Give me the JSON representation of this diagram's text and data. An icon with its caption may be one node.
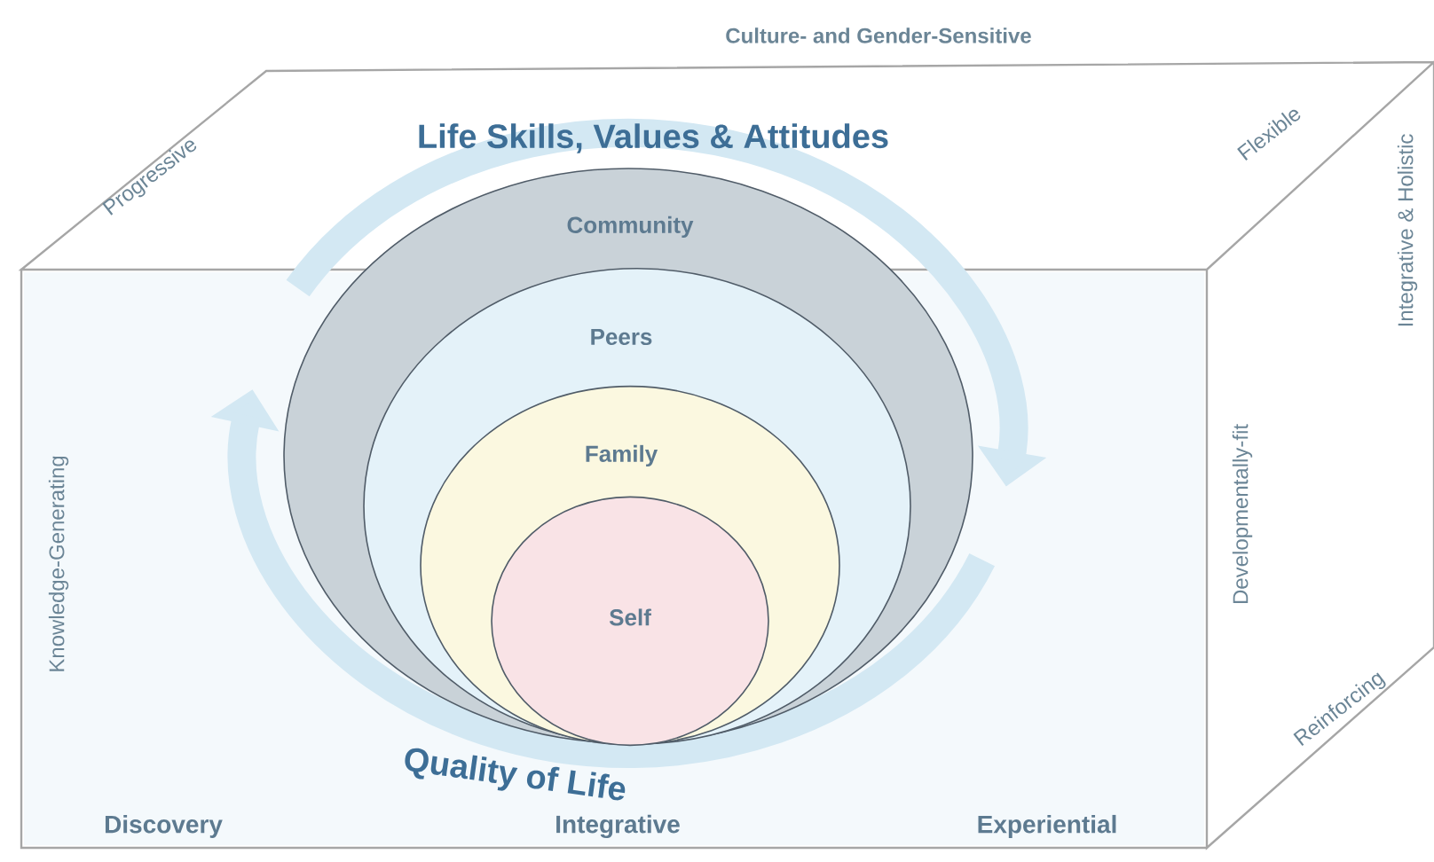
{
  "diagram": {
    "nodes": [
      {
        "text": [
          "Community"
        ]
      },
      {
        "text": [
          "Peers"
        ],
        "in": 0
      },
      {
        "text": [
          "Family"
        ],
        "in": 1
      },
      {
        "text": [
          "Self"
        ],
        "in": 2
      }
    ],
    "labels": [
      "Culture- and Gender-Sensitive",
      "Progressive",
      "Life Skills, Values & Attitudes",
      "Flexible",
      "Integrative & Holistic",
      "Knowledge-Generating",
      "Developmentally-fit",
      "Quality of Life",
      "Reinforcing",
      "Discovery",
      "Integrative",
      "Experiential"
    ]
  }
}
